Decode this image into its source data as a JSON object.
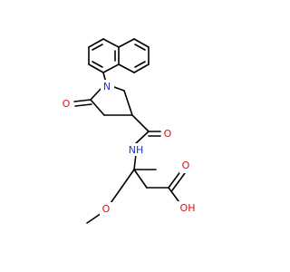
{
  "atom_labels": {
    "ring_nitrogen": "N",
    "ketone_oxygen": "O",
    "amide_oxygen": "O",
    "amide_nh": "NH",
    "ether_oxygen": "O",
    "acid_carbonyl_oxygen": "O",
    "acid_hydroxyl": "OH"
  },
  "colors": {
    "nitrogen": "#2233cc",
    "oxygen": "#dd1111",
    "bond": "#000000"
  }
}
